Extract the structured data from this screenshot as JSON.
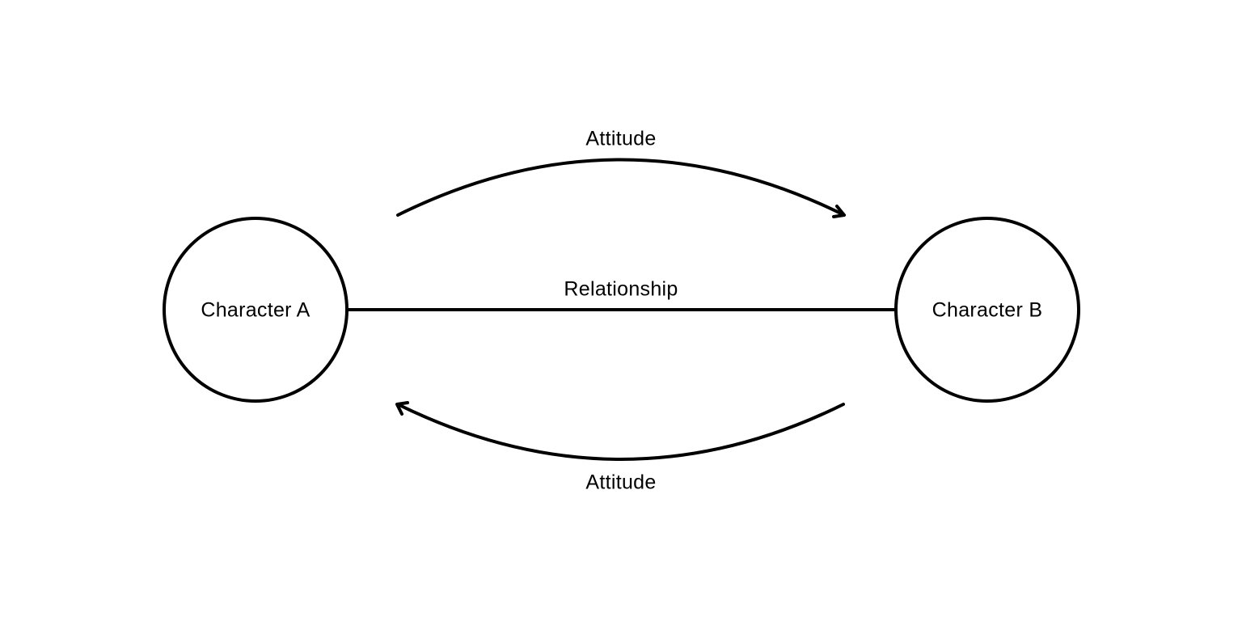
{
  "nodes": {
    "a": {
      "label": "Character A"
    },
    "b": {
      "label": "Character B"
    }
  },
  "edges": {
    "relationship": {
      "label": "Relationship"
    },
    "attitude_a_to_b": {
      "label": "Attitude",
      "direction": "Character A → Character B"
    },
    "attitude_b_to_a": {
      "label": "Attitude",
      "direction": "Character B → Character A"
    }
  },
  "colors": {
    "background": "#ffffff",
    "ink": "#000000"
  }
}
